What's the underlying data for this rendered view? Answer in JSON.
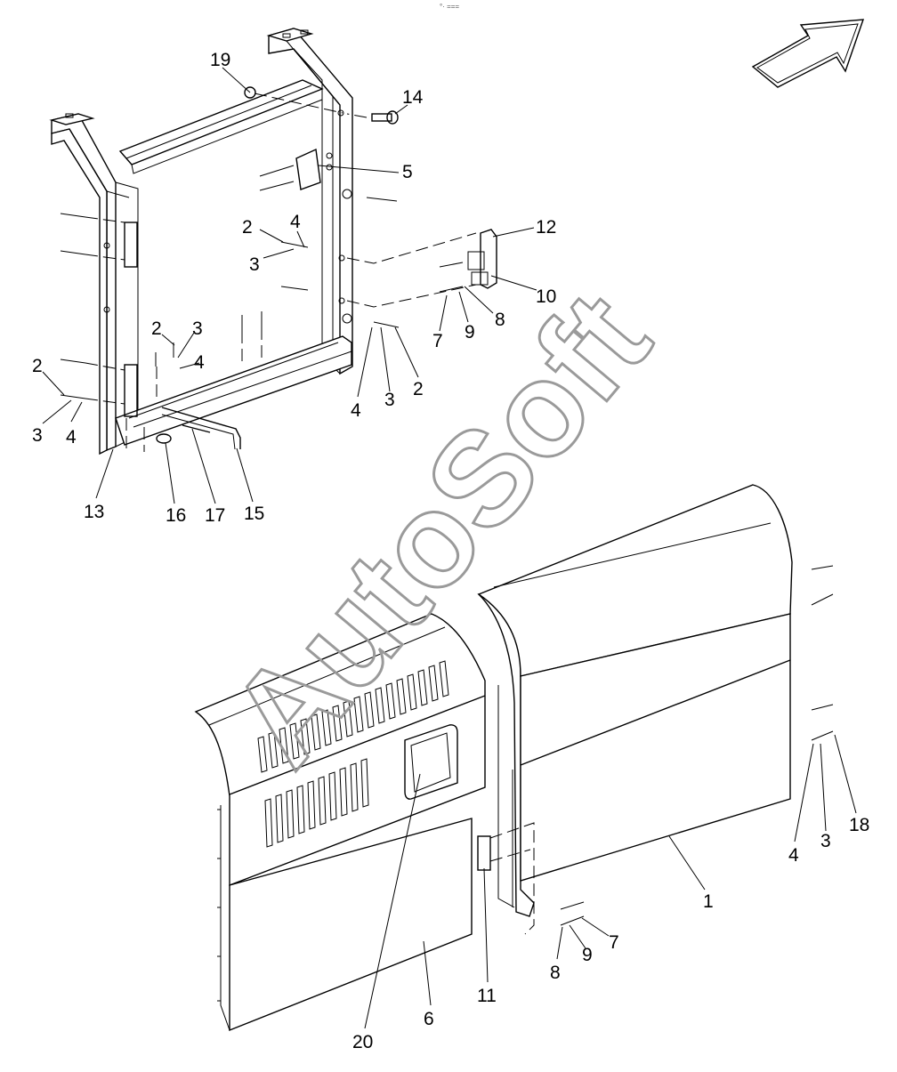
{
  "watermark": "AutoSoft",
  "top_mark": "°· ===",
  "labels": [
    "19",
    "14",
    "5",
    "2",
    "4",
    "3",
    "12",
    "10",
    "8",
    "9",
    "7",
    "2",
    "3",
    "4",
    "2",
    "3",
    "4",
    "2",
    "3",
    "4",
    "13",
    "16",
    "17",
    "15",
    "1",
    "4",
    "3",
    "18",
    "7",
    "9",
    "8",
    "11",
    "6",
    "20"
  ]
}
